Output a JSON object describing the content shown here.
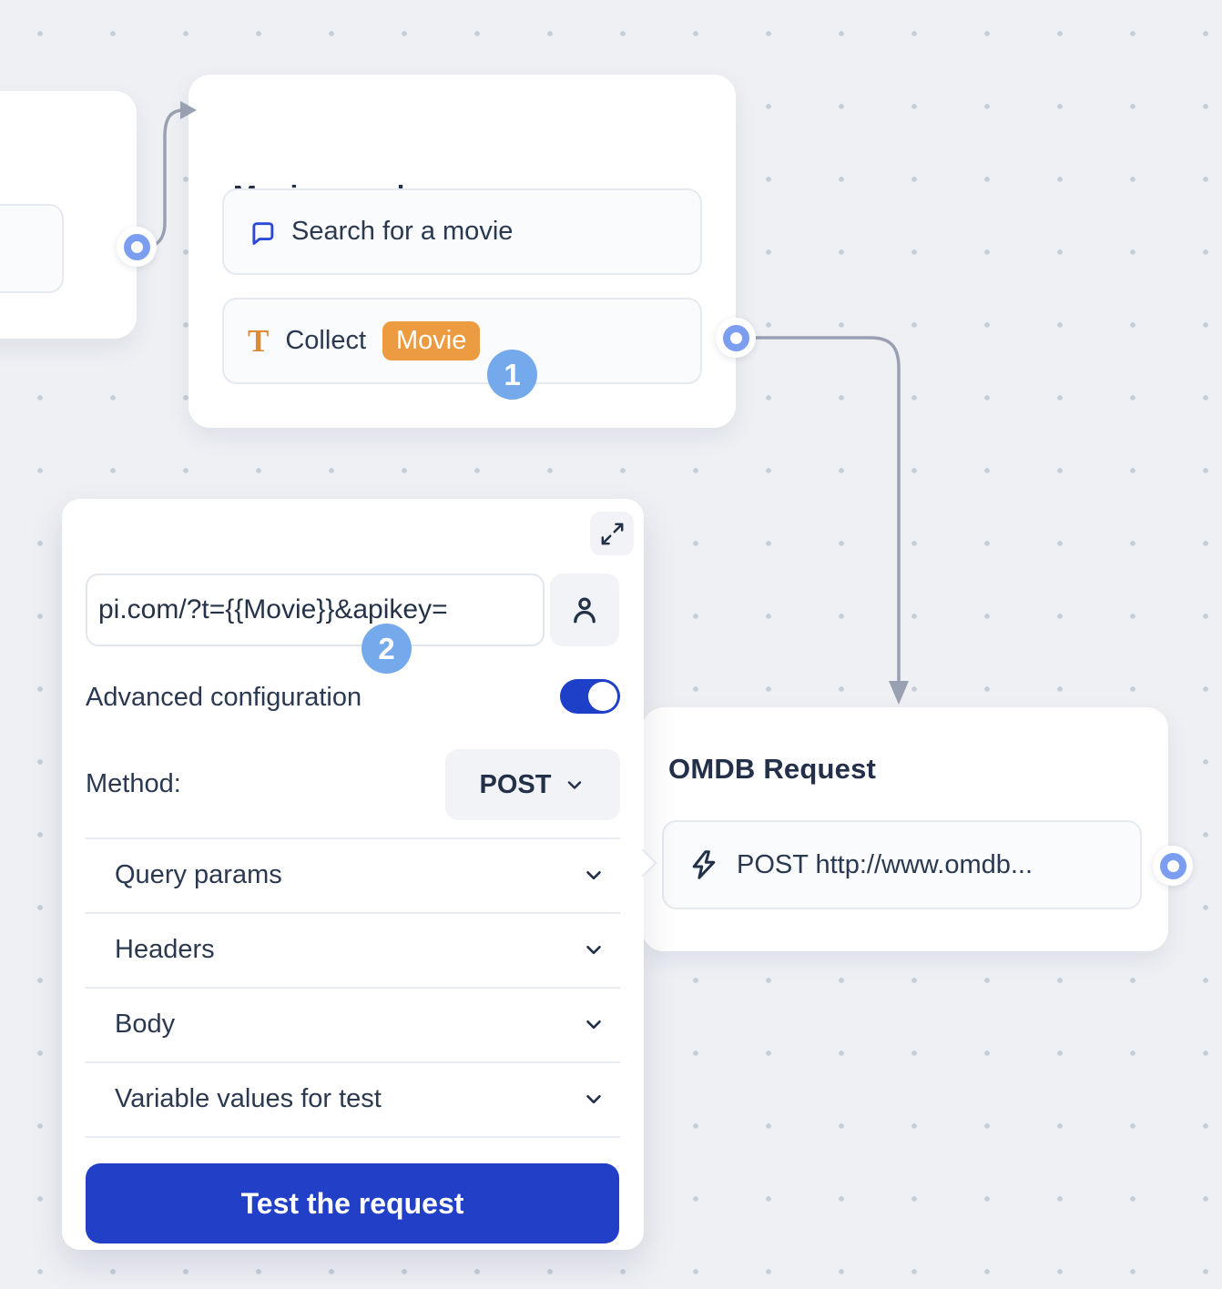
{
  "canvas": {
    "background_color": "#eef0f4",
    "dot_color": "#c7cdda"
  },
  "colors": {
    "accent_blue": "#2140c7",
    "badge_blue": "#74a9ec",
    "port_blue": "#7b9ef0",
    "variable_orange": "#ec9b40",
    "connector_gray": "#98a0b2",
    "text_dark": "#243049"
  },
  "nodes": {
    "movie_search": {
      "title": "Movie search",
      "items": [
        {
          "icon": "chat-bubble-icon",
          "label": "Search for a movie"
        },
        {
          "icon": "text-input-icon",
          "label": "Collect",
          "variable_badge": "Movie"
        }
      ],
      "step_badge": "1"
    },
    "omdb_request": {
      "title": "OMDB Request",
      "items": [
        {
          "icon": "lightning-icon",
          "label": "POST http://www.omdb..."
        }
      ]
    }
  },
  "editor_panel": {
    "url_value": "pi.com/?t={{Movie}}&apikey=",
    "step_badge": "2",
    "advanced_configuration_label": "Advanced configuration",
    "advanced_configuration_enabled": true,
    "method_label": "Method:",
    "method_value": "POST",
    "sections": [
      {
        "label": "Query params"
      },
      {
        "label": "Headers"
      },
      {
        "label": "Body"
      },
      {
        "label": "Variable values for test"
      }
    ],
    "test_button_label": "Test the request"
  }
}
